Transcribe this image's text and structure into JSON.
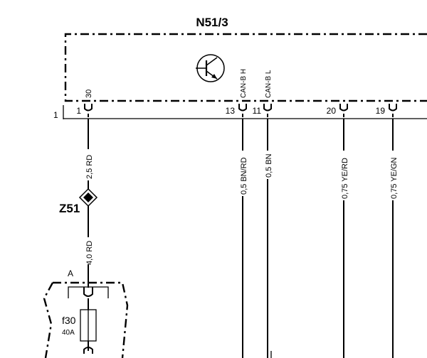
{
  "module": {
    "name": "N51/3"
  },
  "row_label": "1",
  "transistor_symbol": "transistor-icon",
  "pins": [
    {
      "number": "1",
      "signal": "30",
      "wire": "2,5 RD"
    },
    {
      "number": "13",
      "signal": "CAN-B H",
      "wire": "0,5 BN/RD"
    },
    {
      "number": "11",
      "signal": "CAN-B L",
      "wire": "0,5 BN"
    },
    {
      "number": "20",
      "signal": "",
      "wire": "0,75 YE/RD"
    },
    {
      "number": "19",
      "signal": "",
      "wire": "0,75 YE/GN"
    }
  ],
  "splice": {
    "name": "Z51",
    "symbol": "splice-diamond-icon"
  },
  "lower_wire": "4,0 RD",
  "fuse_box": {
    "connector": "A",
    "fuse": "f30",
    "rating": "40A"
  }
}
